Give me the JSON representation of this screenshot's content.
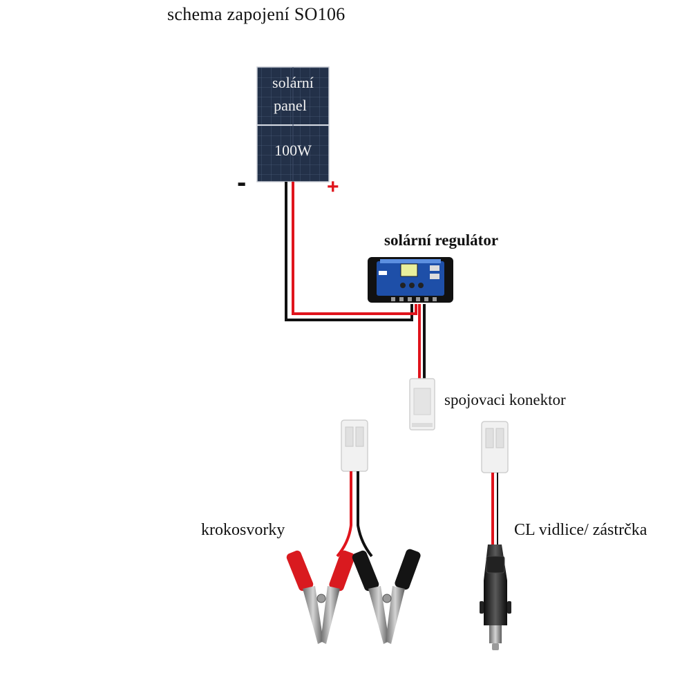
{
  "title": "schema zapojení SO106",
  "panel": {
    "line1": "solární",
    "line2": "panel",
    "power": "100W",
    "minus": "-",
    "plus": "+"
  },
  "regulator_label": "solární regulátor",
  "connector_label": "spojovaci konektor",
  "clamps_label": "krokosvorky",
  "cl_label": "CL vidlice/ zástrčka",
  "colors": {
    "positive_wire": "#e0141c",
    "negative_wire": "#111111",
    "panel": "#24324a",
    "regulator": "#1e4fa8",
    "clamp_red": "#d91a1f",
    "clamp_black": "#141414"
  }
}
